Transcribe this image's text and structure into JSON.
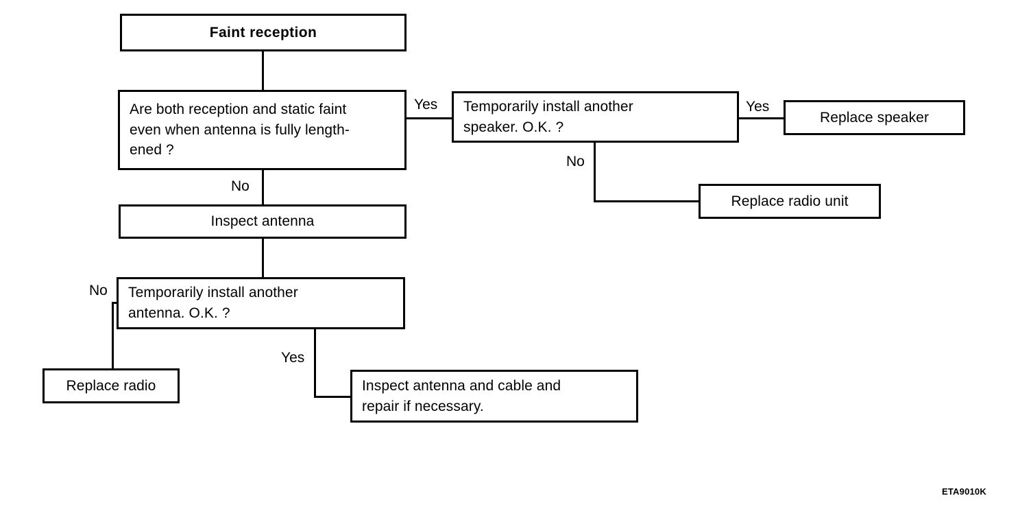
{
  "diagram": {
    "title_box": {
      "label": "Faint reception"
    },
    "nodes": [
      {
        "id": "faint-reception",
        "label": "Faint reception"
      },
      {
        "id": "both-faint",
        "label": "Are both reception and static faint\neven when antenna is fully length-\nened ?"
      },
      {
        "id": "another-speaker",
        "label": "Temporarily install another\nspeaker. O.K. ?"
      },
      {
        "id": "replace-speaker",
        "label": "Replace speaker"
      },
      {
        "id": "replace-radio-unit",
        "label": "Replace radio unit"
      },
      {
        "id": "inspect-antenna",
        "label": "Inspect antenna"
      },
      {
        "id": "another-antenna",
        "label": "Temporarily install another\nantenna. O.K. ?"
      },
      {
        "id": "replace-radio",
        "label": "Replace radio"
      },
      {
        "id": "inspect-cable",
        "label": "Inspect antenna and cable and\nrepair if necessary."
      }
    ],
    "edge_labels": {
      "speaker_yes": "Yes",
      "speaker_branch_yes": "Yes",
      "speaker_branch_no": "No",
      "both_faint_no": "No",
      "antenna_no": "No",
      "antenna_yes": "Yes"
    },
    "figure_id": "ETA9010K",
    "colors": {
      "line": "#000000",
      "background": "#ffffff",
      "text": "#000000"
    }
  }
}
